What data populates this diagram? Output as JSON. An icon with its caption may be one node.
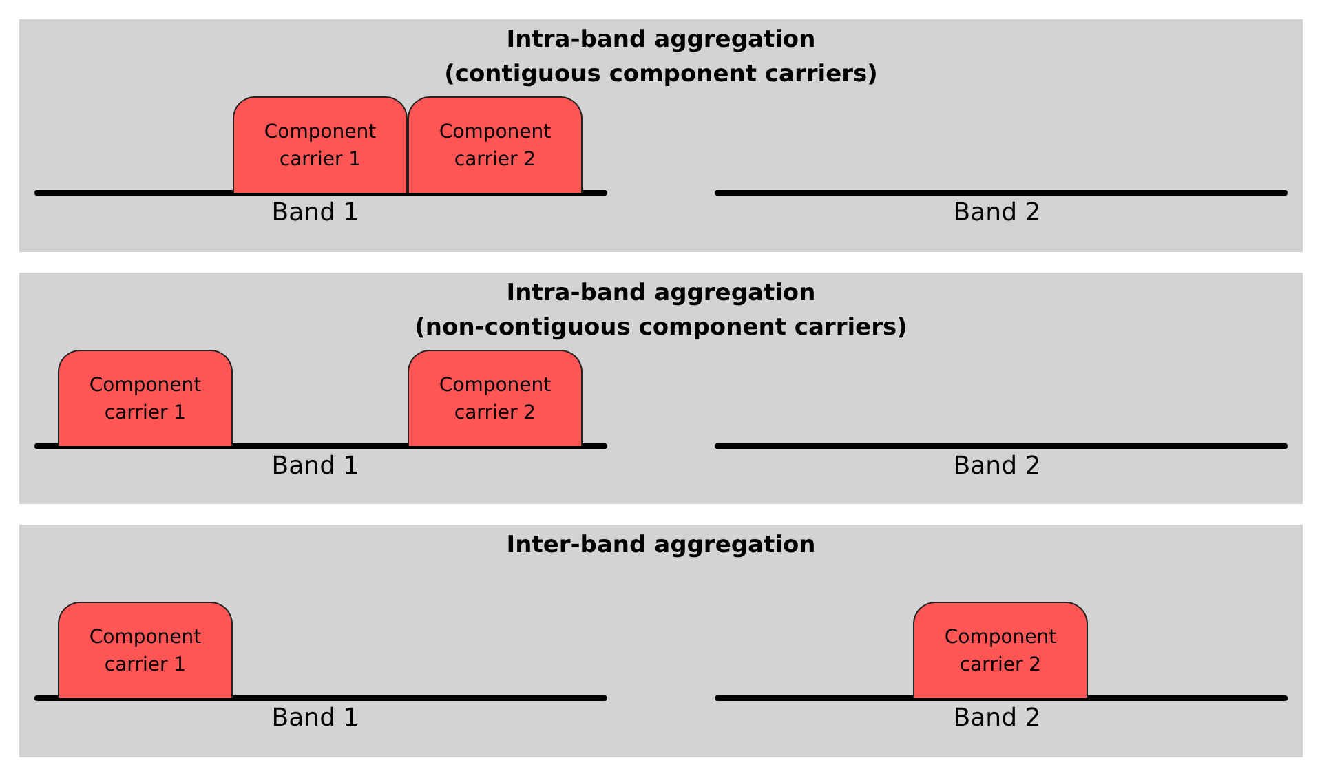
{
  "diagram": {
    "nodes": [
      {
        "text": [
          "Intra-band aggregation (contiguous component carriers)"
        ]
      },
      {
        "text": [
          "Component carrier 1"
        ],
        "in": 0
      },
      {
        "text": [
          "Component carrier 2"
        ],
        "in": 0
      },
      {
        "text": [
          "Intra-band aggregation (non-contiguous component carriers)"
        ]
      },
      {
        "text": [
          "Component carrier 1"
        ],
        "in": 3
      },
      {
        "text": [
          "Component carrier 2"
        ],
        "in": 3
      },
      {
        "text": [
          "Inter-band aggregation"
        ]
      },
      {
        "text": [
          "Component carrier 1"
        ],
        "in": 6
      },
      {
        "text": [
          "Component carrier 2"
        ],
        "in": 6
      }
    ],
    "edges": [],
    "labels": [
      "Band 1",
      "Band 2",
      "Band 1",
      "Band 2",
      "Band 1",
      "Band 2"
    ]
  }
}
